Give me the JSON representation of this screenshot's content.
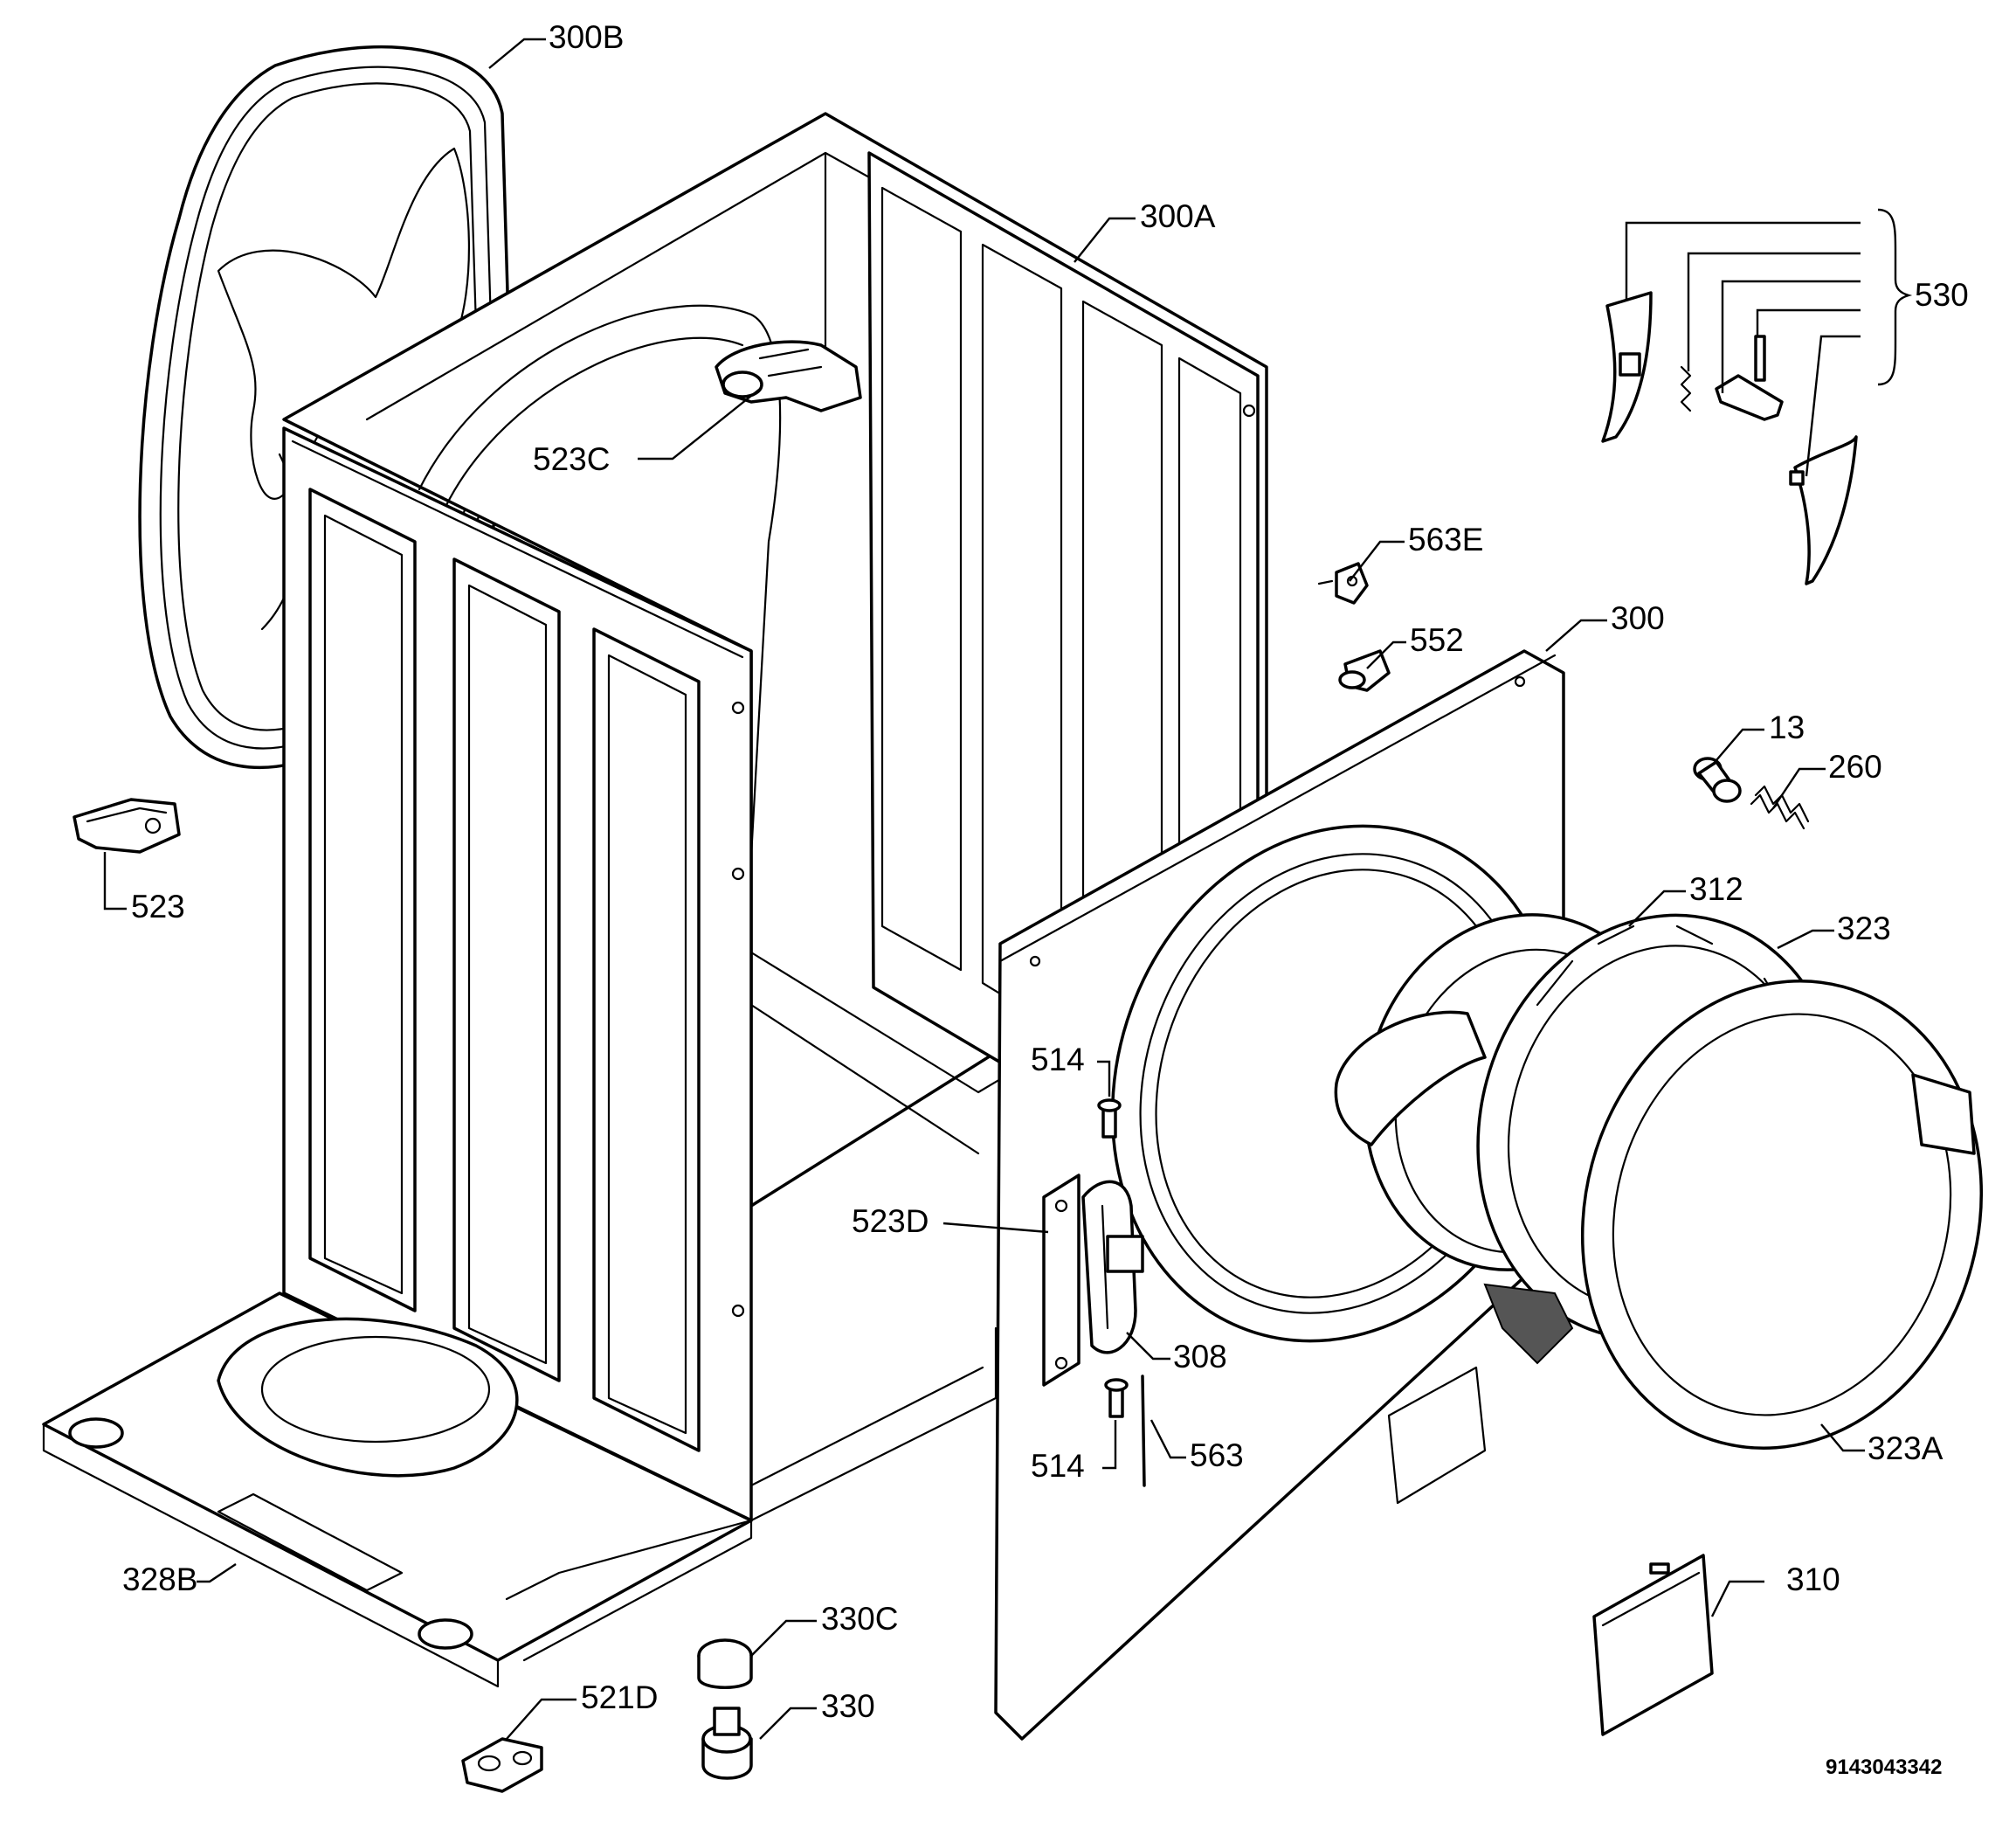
{
  "labels": {
    "l300B": "300B",
    "l300A": "300A",
    "l530": "530",
    "l523C": "523C",
    "l563E": "563E",
    "l552": "552",
    "l300": "300",
    "l13": "13",
    "l260": "260",
    "l523": "523",
    "l312": "312",
    "l323": "323",
    "l514a": "514",
    "l523D": "523D",
    "l308": "308",
    "l514b": "514",
    "l563": "563",
    "l323A": "323A",
    "l328B": "328B",
    "l330C": "330C",
    "l310": "310",
    "l521D": "521D",
    "l330": "330"
  },
  "reference_number": "9143043342",
  "colors": {
    "line": "#000000",
    "background": "#ffffff",
    "shade": "#cfcfcf"
  }
}
